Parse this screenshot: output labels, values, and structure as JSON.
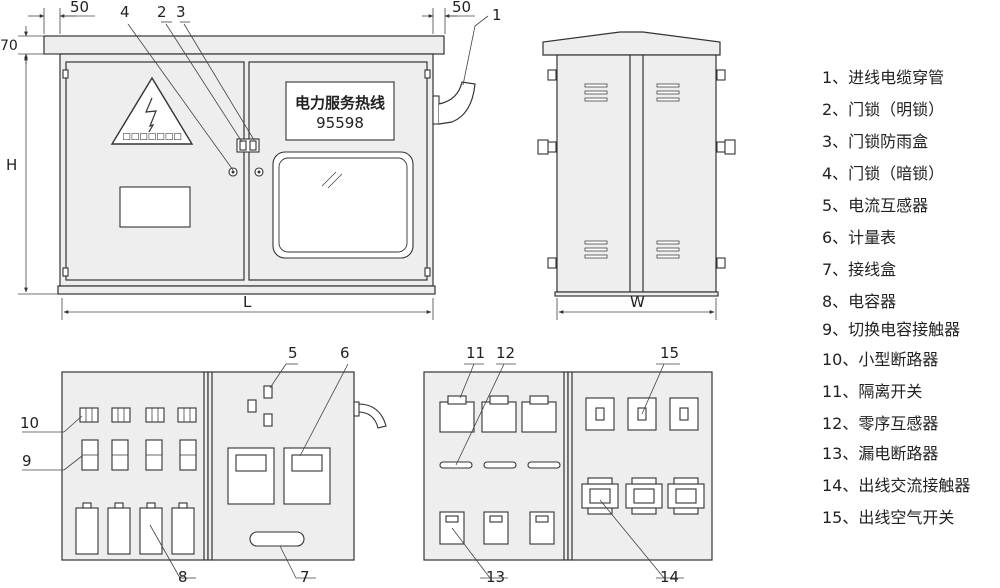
{
  "dimensions": {
    "top_left_50": "50",
    "top_right_50": "50",
    "side_70": "70",
    "height": "H",
    "length": "L",
    "width": "W"
  },
  "front_view": {
    "warning_chars": "□□□□□□□",
    "hotline_title": "电力服务热线",
    "hotline_number": "95598"
  },
  "callouts": {
    "c1": "1",
    "c2": "2",
    "c3": "3",
    "c4": "4",
    "c5": "5",
    "c6": "6",
    "c7": "7",
    "c8": "8",
    "c9": "9",
    "c10": "10",
    "c11": "11",
    "c12": "12",
    "c13": "13",
    "c14": "14",
    "c15": "15"
  },
  "legend": [
    "1、进线电缆穿管",
    "2、门锁（明锁）",
    "3、门锁防雨盒",
    "4、门锁（暗锁）",
    "5、电流互感器",
    "6、计量表",
    "7、接线盒",
    "8、电容器",
    "9、切换电容接触器",
    "10、小型断路器",
    "11、隔离开关",
    "12、零序互感器",
    "13、漏电断路器",
    "14、出线交流接触器",
    "15、出线空气开关"
  ]
}
